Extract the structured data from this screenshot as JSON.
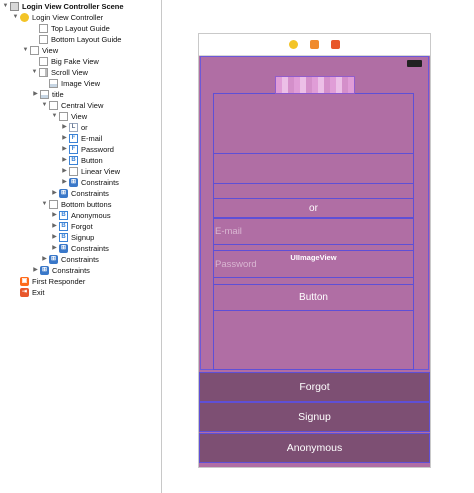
{
  "outline": [
    {
      "label": "Login View Controller Scene",
      "icon": "scene",
      "tri": "▼",
      "bold": true
    },
    {
      "label": "Login View Controller",
      "icon": "vc",
      "tri": "▼",
      "bold": false
    },
    {
      "label": "Top Layout Guide",
      "icon": "view",
      "tri": "",
      "bold": false
    },
    {
      "label": "Bottom Layout Guide",
      "icon": "view",
      "tri": "",
      "bold": false
    },
    {
      "label": "View",
      "icon": "view",
      "tri": "▼",
      "bold": false
    },
    {
      "label": "Big Fake View",
      "icon": "view",
      "tri": "",
      "bold": false
    },
    {
      "label": "Scroll View",
      "icon": "scroll",
      "tri": "▼",
      "bold": false
    },
    {
      "label": "Image View",
      "icon": "img",
      "tri": "",
      "bold": false
    },
    {
      "label": "title",
      "icon": "img",
      "tri": "▶",
      "bold": false
    },
    {
      "label": "Central View",
      "icon": "view",
      "tri": "▼",
      "bold": false
    },
    {
      "label": "View",
      "icon": "view",
      "tri": "▼",
      "bold": false
    },
    {
      "label": "or",
      "icon": "label",
      "tri": "▶",
      "bold": false
    },
    {
      "label": "E-mail",
      "icon": "field",
      "tri": "▶",
      "bold": false
    },
    {
      "label": "Password",
      "icon": "field",
      "tri": "▶",
      "bold": false
    },
    {
      "label": "Button",
      "icon": "button",
      "tri": "▶",
      "bold": false
    },
    {
      "label": "Linear View",
      "icon": "view",
      "tri": "▶",
      "bold": false
    },
    {
      "label": "Constraints",
      "icon": "constraint",
      "tri": "▶",
      "bold": false
    },
    {
      "label": "Constraints",
      "icon": "constraint",
      "tri": "▶",
      "bold": false
    },
    {
      "label": "Bottom buttons",
      "icon": "view",
      "tri": "▼",
      "bold": false
    },
    {
      "label": "Anonymous",
      "icon": "button",
      "tri": "▶",
      "bold": false
    },
    {
      "label": "Forgot",
      "icon": "button",
      "tri": "▶",
      "bold": false
    },
    {
      "label": "Signup",
      "icon": "button",
      "tri": "▶",
      "bold": false
    },
    {
      "label": "Constraints",
      "icon": "constraint",
      "tri": "▶",
      "bold": false
    },
    {
      "label": "Constraints",
      "icon": "constraint",
      "tri": "▶",
      "bold": false
    },
    {
      "label": "Constraints",
      "icon": "constraint",
      "tri": "▶",
      "bold": false
    },
    {
      "label": "First Responder",
      "icon": "responder",
      "tri": "",
      "bold": false
    },
    {
      "label": "Exit",
      "icon": "exit",
      "tri": "",
      "bold": false
    }
  ],
  "icon_glyphs": {
    "scene": "",
    "vc": "",
    "view": "",
    "scroll": "",
    "img": "",
    "label": "L",
    "field": "F",
    "button": "B",
    "constraint": "⊞",
    "responder": "▣",
    "exit": "⇥"
  },
  "canvas": {
    "or_label": "or",
    "email_placeholder": "E-mail",
    "password_placeholder": "Password",
    "image_view_label": "UIImageView",
    "button_label": "Button",
    "forgot_label": "Forgot",
    "signup_label": "Signup",
    "anonymous_label": "Anonymous"
  },
  "colors": {
    "background_pink": "#b06ea4",
    "bottom_buttons": "#7d4f73",
    "outline_blue": "#5f4fd6"
  }
}
